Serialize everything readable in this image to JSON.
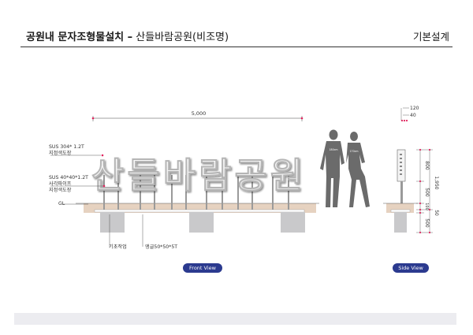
{
  "header": {
    "title_bold": "공원내 문자조형물설치 –",
    "title_sub": " 산들바람공원(비조명)",
    "right_label": "기본설계"
  },
  "front_view": {
    "sign_text": "산들바람공원",
    "dimension_width": "5,000",
    "callout_1_line1": "SUS 304* 1.2T",
    "callout_1_line2": "지정색도장",
    "callout_2_line1": "SUS 40*40*1.2T",
    "callout_2_line2": "사각파이프",
    "callout_2_line3": "지정색도장",
    "ground_label": "GL",
    "foundation_label": "기초작업",
    "angle_label": "앵글50*50*5T",
    "figure_tag_1": "180cm",
    "figure_tag_2": "170cm",
    "button_label": "Front View"
  },
  "side_view": {
    "dim_120": "120",
    "dim_40": "40",
    "dim_800": "800",
    "dim_500a": "500",
    "dim_100": "100",
    "dim_500b": "500",
    "dim_1950": "1,950",
    "dim_50": "50",
    "button_label": "Side View"
  },
  "colors": {
    "accent": "#2b3a8f",
    "dimension_dot": "#e0245e",
    "ground": "#e6d2c0",
    "foundation": "#c9c9cb",
    "human_silhouette": "#6b6b6b"
  }
}
